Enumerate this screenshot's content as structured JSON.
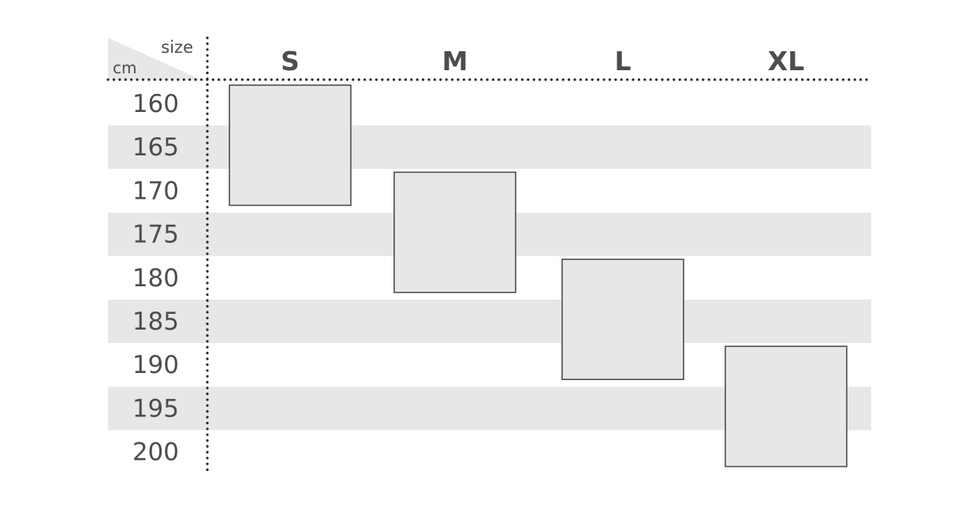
{
  "chart_data": {
    "type": "table",
    "corner": {
      "column_axis_label": "size",
      "row_axis_label": "cm"
    },
    "categories": [
      "S",
      "M",
      "L",
      "XL"
    ],
    "rows": [
      "160",
      "165",
      "170",
      "175",
      "180",
      "185",
      "190",
      "195",
      "200"
    ],
    "ranges": [
      {
        "size": "S",
        "min": 160,
        "max": 170
      },
      {
        "size": "M",
        "min": 170,
        "max": 180
      },
      {
        "size": "L",
        "min": 180,
        "max": 190
      },
      {
        "size": "XL",
        "min": 190,
        "max": 200
      }
    ],
    "band_color": "#e6e7e8",
    "box_fill": "#e6e7e8",
    "box_stroke": "#4d4d4d",
    "text_color": "#4d4d4d",
    "corner_color": "#e6e7e8",
    "dot_color": "#2b2b2b"
  }
}
